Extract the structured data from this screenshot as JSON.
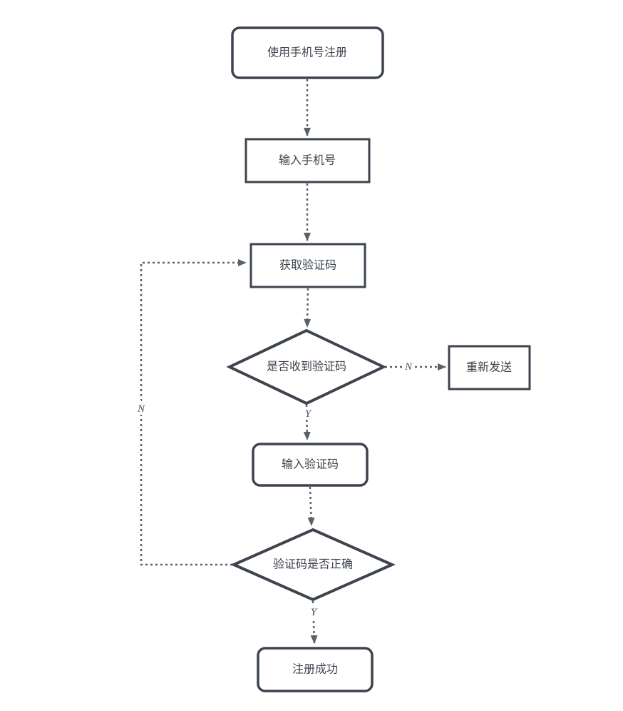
{
  "diagram": {
    "title": "phone-number-registration-flowchart",
    "colors": {
      "shape_stroke": "#3d444d",
      "edge": "#5a6069",
      "text": "#3d444d",
      "background": "#ffffff"
    },
    "nodes": {
      "start": {
        "label": "使用手机号注册",
        "shape": "rounded-rect"
      },
      "input_phone": {
        "label": "输入手机号",
        "shape": "rect"
      },
      "get_code": {
        "label": "获取验证码",
        "shape": "rect"
      },
      "received_code": {
        "label": "是否收到验证码",
        "shape": "diamond"
      },
      "resend": {
        "label": "重新发送",
        "shape": "rect"
      },
      "input_code": {
        "label": "输入验证码",
        "shape": "rounded-rect"
      },
      "code_correct": {
        "label": "验证码是否正确",
        "shape": "diamond"
      },
      "success": {
        "label": "注册成功",
        "shape": "rounded-rect"
      }
    },
    "edge_labels": {
      "received_no": "N",
      "received_yes": "Y",
      "correct_no": "N",
      "correct_yes": "Y"
    }
  }
}
